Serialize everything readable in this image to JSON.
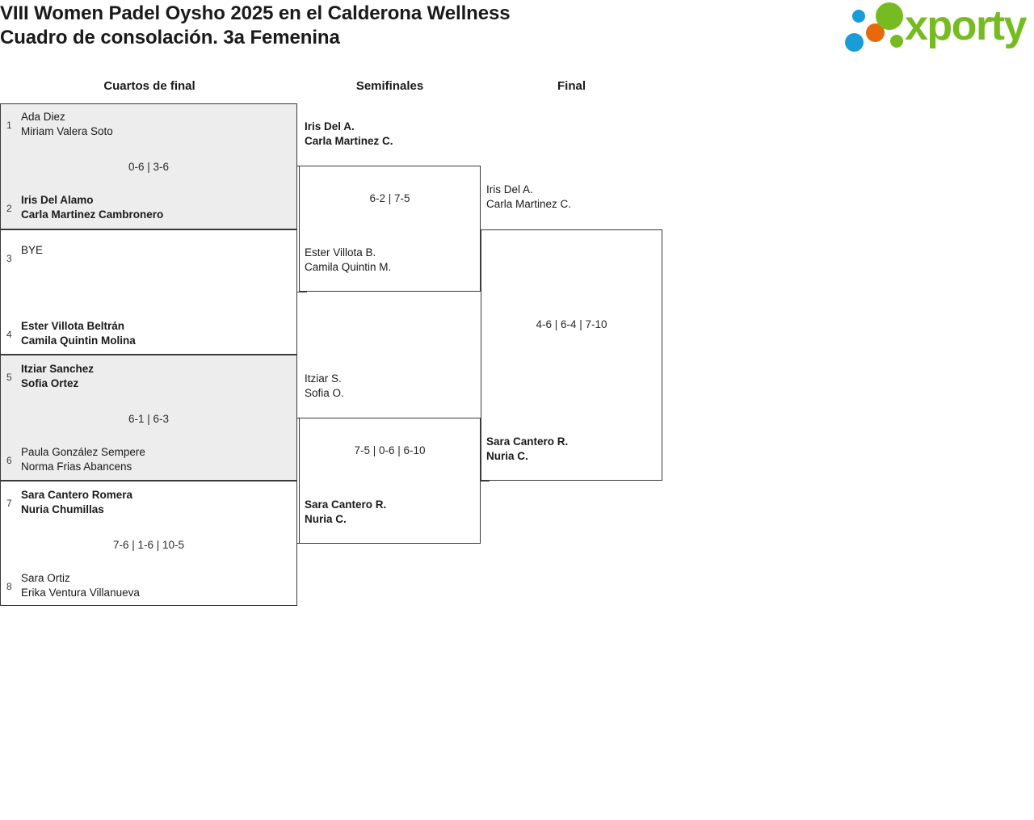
{
  "header": {
    "title_line_1": "VIII Women Padel Oysho 2025 en el Calderona Wellness",
    "title_line_2": "Cuadro de consolación. 3a Femenina",
    "logo_text": "xporty",
    "logo_colors": {
      "green": "#76bc21",
      "blue": "#1a9cd8",
      "orange": "#e8690b"
    }
  },
  "rounds": {
    "quarterfinals_label": "Cuartos de final",
    "semifinals_label": "Semifinales",
    "final_label": "Final"
  },
  "quarterfinals": [
    {
      "score": "0-6 | 3-6",
      "shaded": true,
      "top": {
        "seed": "1",
        "line1": "Ada Diez",
        "line2": "Miriam Valera Soto",
        "winner": false
      },
      "bottom": {
        "seed": "2",
        "line1": "Iris Del Alamo",
        "line2": "Carla Martinez Cambronero",
        "winner": true
      }
    },
    {
      "score": "",
      "shaded": false,
      "top": {
        "seed": "3",
        "line1": "BYE",
        "line2": "",
        "winner": false
      },
      "bottom": {
        "seed": "4",
        "line1": "Ester Villota Beltrán",
        "line2": "Camila Quintin Molina",
        "winner": true
      }
    },
    {
      "score": "6-1 | 6-3",
      "shaded": true,
      "top": {
        "seed": "5",
        "line1": "Itziar Sanchez",
        "line2": "Sofia Ortez",
        "winner": true
      },
      "bottom": {
        "seed": "6",
        "line1": "Paula González Sempere",
        "line2": "Norma Frias Abancens",
        "winner": false
      }
    },
    {
      "score": "7-6 | 1-6 | 10-5",
      "shaded": false,
      "top": {
        "seed": "7",
        "line1": "Sara Cantero Romera",
        "line2": "Nuria Chumillas",
        "winner": true
      },
      "bottom": {
        "seed": "8",
        "line1": "Sara Ortiz",
        "line2": "Erika Ventura Villanueva",
        "winner": false
      }
    }
  ],
  "semifinals": [
    {
      "score": "6-2 | 7-5",
      "top": {
        "line1": "Iris Del A.",
        "line2": "Carla Martinez C.",
        "winner": true
      },
      "bottom": {
        "line1": "Ester Villota B.",
        "line2": "Camila Quintin M.",
        "winner": false
      }
    },
    {
      "score": "7-5 | 0-6 | 6-10",
      "top": {
        "line1": "Itziar S.",
        "line2": "Sofia O.",
        "winner": false
      },
      "bottom": {
        "line1": "Sara Cantero R.",
        "line2": "Nuria C.",
        "winner": true
      }
    }
  ],
  "final": {
    "score": "4-6 | 6-4 | 7-10",
    "top": {
      "line1": "Iris Del A.",
      "line2": "Carla Martinez C.",
      "winner": false
    },
    "bottom": {
      "line1": "Sara Cantero R.",
      "line2": "Nuria C.",
      "winner": true
    }
  }
}
